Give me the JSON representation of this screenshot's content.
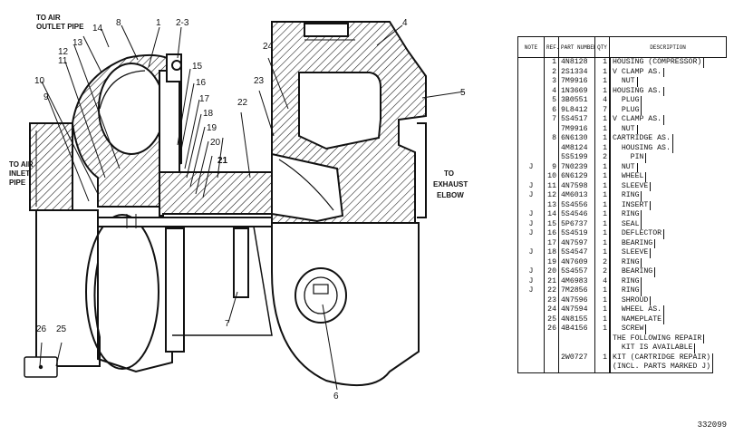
{
  "diagram": {
    "labels": {
      "l1": "1",
      "l2_3": "2-3",
      "l4": "4",
      "l5": "5",
      "l6": "6",
      "l7": "7",
      "l8": "8",
      "l9": "9",
      "l10": "10",
      "l11": "11",
      "l12": "12",
      "l13": "13",
      "l14": "14",
      "l15": "15",
      "l16": "16",
      "l17": "17",
      "l18": "18",
      "l19": "19",
      "l20": "20",
      "l21": "21",
      "l22": "22",
      "l23": "23",
      "l24": "24",
      "l25": "25",
      "l26": "26"
    },
    "captions": {
      "to_air_outlet_1": "TO AIR",
      "to_air_outlet_2": "OUTLET PIPE",
      "to_air_inlet_1": "TO AIR",
      "to_air_inlet_2": "INLET",
      "to_air_inlet_3": "PIPE",
      "exhaust_1": "TO",
      "exhaust_2": "EXHAUST",
      "exhaust_3": "ELBOW"
    }
  },
  "parts_table": {
    "headers": {
      "note": "NOTE",
      "ref_no": "REF. NO",
      "part_number": "PART NUMBER",
      "qty": "QTY",
      "description": "DESCRIPTION"
    },
    "rows": [
      {
        "note": "",
        "ref": "1",
        "part": "4N8128",
        "qty": "1",
        "desc": "HOUSING (COMPRESSOR)"
      },
      {
        "note": "",
        "ref": "2",
        "part": "2S1334",
        "qty": "1",
        "desc": "V CLAMP AS."
      },
      {
        "note": "",
        "ref": "3",
        "part": "7M9916",
        "qty": "1",
        "desc": "  NUT"
      },
      {
        "note": "",
        "ref": "4",
        "part": "1N3669",
        "qty": "1",
        "desc": "HOUSING AS."
      },
      {
        "note": "",
        "ref": "5",
        "part": "3B0551",
        "qty": "4",
        "desc": "  PLUG"
      },
      {
        "note": "",
        "ref": "6",
        "part": "9L8412",
        "qty": "7",
        "desc": "  PLUG"
      },
      {
        "note": "",
        "ref": "7",
        "part": "5S4517",
        "qty": "1",
        "desc": "V CLAMP AS."
      },
      {
        "note": "",
        "ref": "",
        "part": "7M9916",
        "qty": "1",
        "desc": "  NUT"
      },
      {
        "note": "",
        "ref": "8",
        "part": "6N6130",
        "qty": "1",
        "desc": "CARTRIDGE AS."
      },
      {
        "note": "",
        "ref": "",
        "part": "4M8124",
        "qty": "1",
        "desc": "  HOUSING AS."
      },
      {
        "note": "",
        "ref": "",
        "part": "5S5199",
        "qty": "2",
        "desc": "    PIN"
      },
      {
        "note": "J",
        "ref": "9",
        "part": "7N0239",
        "qty": "1",
        "desc": "  NUT"
      },
      {
        "note": "",
        "ref": "10",
        "part": "6N6129",
        "qty": "1",
        "desc": "  WHEEL"
      },
      {
        "note": "J",
        "ref": "11",
        "part": "4N7598",
        "qty": "1",
        "desc": "  SLEEVE"
      },
      {
        "note": "J",
        "ref": "12",
        "part": "4M6013",
        "qty": "1",
        "desc": "  RING"
      },
      {
        "note": "",
        "ref": "13",
        "part": "5S4556",
        "qty": "1",
        "desc": "  INSERT"
      },
      {
        "note": "J",
        "ref": "14",
        "part": "5S4546",
        "qty": "1",
        "desc": "  RING"
      },
      {
        "note": "J",
        "ref": "15",
        "part": "5P6737",
        "qty": "1",
        "desc": "  SEAL"
      },
      {
        "note": "J",
        "ref": "16",
        "part": "5S4519",
        "qty": "1",
        "desc": "  DEFLECTOR"
      },
      {
        "note": "",
        "ref": "17",
        "part": "4N7597",
        "qty": "1",
        "desc": "  BEARING"
      },
      {
        "note": "J",
        "ref": "18",
        "part": "5S4547",
        "qty": "1",
        "desc": "  SLEEVE"
      },
      {
        "note": "",
        "ref": "19",
        "part": "4N7609",
        "qty": "2",
        "desc": "  RING"
      },
      {
        "note": "J",
        "ref": "20",
        "part": "5S4557",
        "qty": "2",
        "desc": "  BEARING"
      },
      {
        "note": "J",
        "ref": "21",
        "part": "4M6983",
        "qty": "4",
        "desc": "  RING"
      },
      {
        "note": "J",
        "ref": "22",
        "part": "7M2856",
        "qty": "1",
        "desc": "  RING"
      },
      {
        "note": "",
        "ref": "23",
        "part": "4N7596",
        "qty": "1",
        "desc": "  SHROUD"
      },
      {
        "note": "",
        "ref": "24",
        "part": "4N7594",
        "qty": "1",
        "desc": "  WHEEL AS."
      },
      {
        "note": "",
        "ref": "25",
        "part": "4N8155",
        "qty": "1",
        "desc": "  NAMEPLATE"
      },
      {
        "note": "",
        "ref": "26",
        "part": "4B4156",
        "qty": "1",
        "desc": "  SCREW"
      },
      {
        "note": "",
        "ref": "",
        "part": "",
        "qty": "",
        "desc": "THE FOLLOWING REPAIR"
      },
      {
        "note": "",
        "ref": "",
        "part": "",
        "qty": "",
        "desc": "  KIT IS AVAILABLE"
      },
      {
        "note": "",
        "ref": "",
        "part": "2W0727",
        "qty": "1",
        "desc": "KIT (CARTRIDGE REPAIR)"
      },
      {
        "note": "",
        "ref": "",
        "part": "",
        "qty": "",
        "desc": "(INCL. PARTS MARKED J)"
      }
    ]
  },
  "figure_number": "332099"
}
